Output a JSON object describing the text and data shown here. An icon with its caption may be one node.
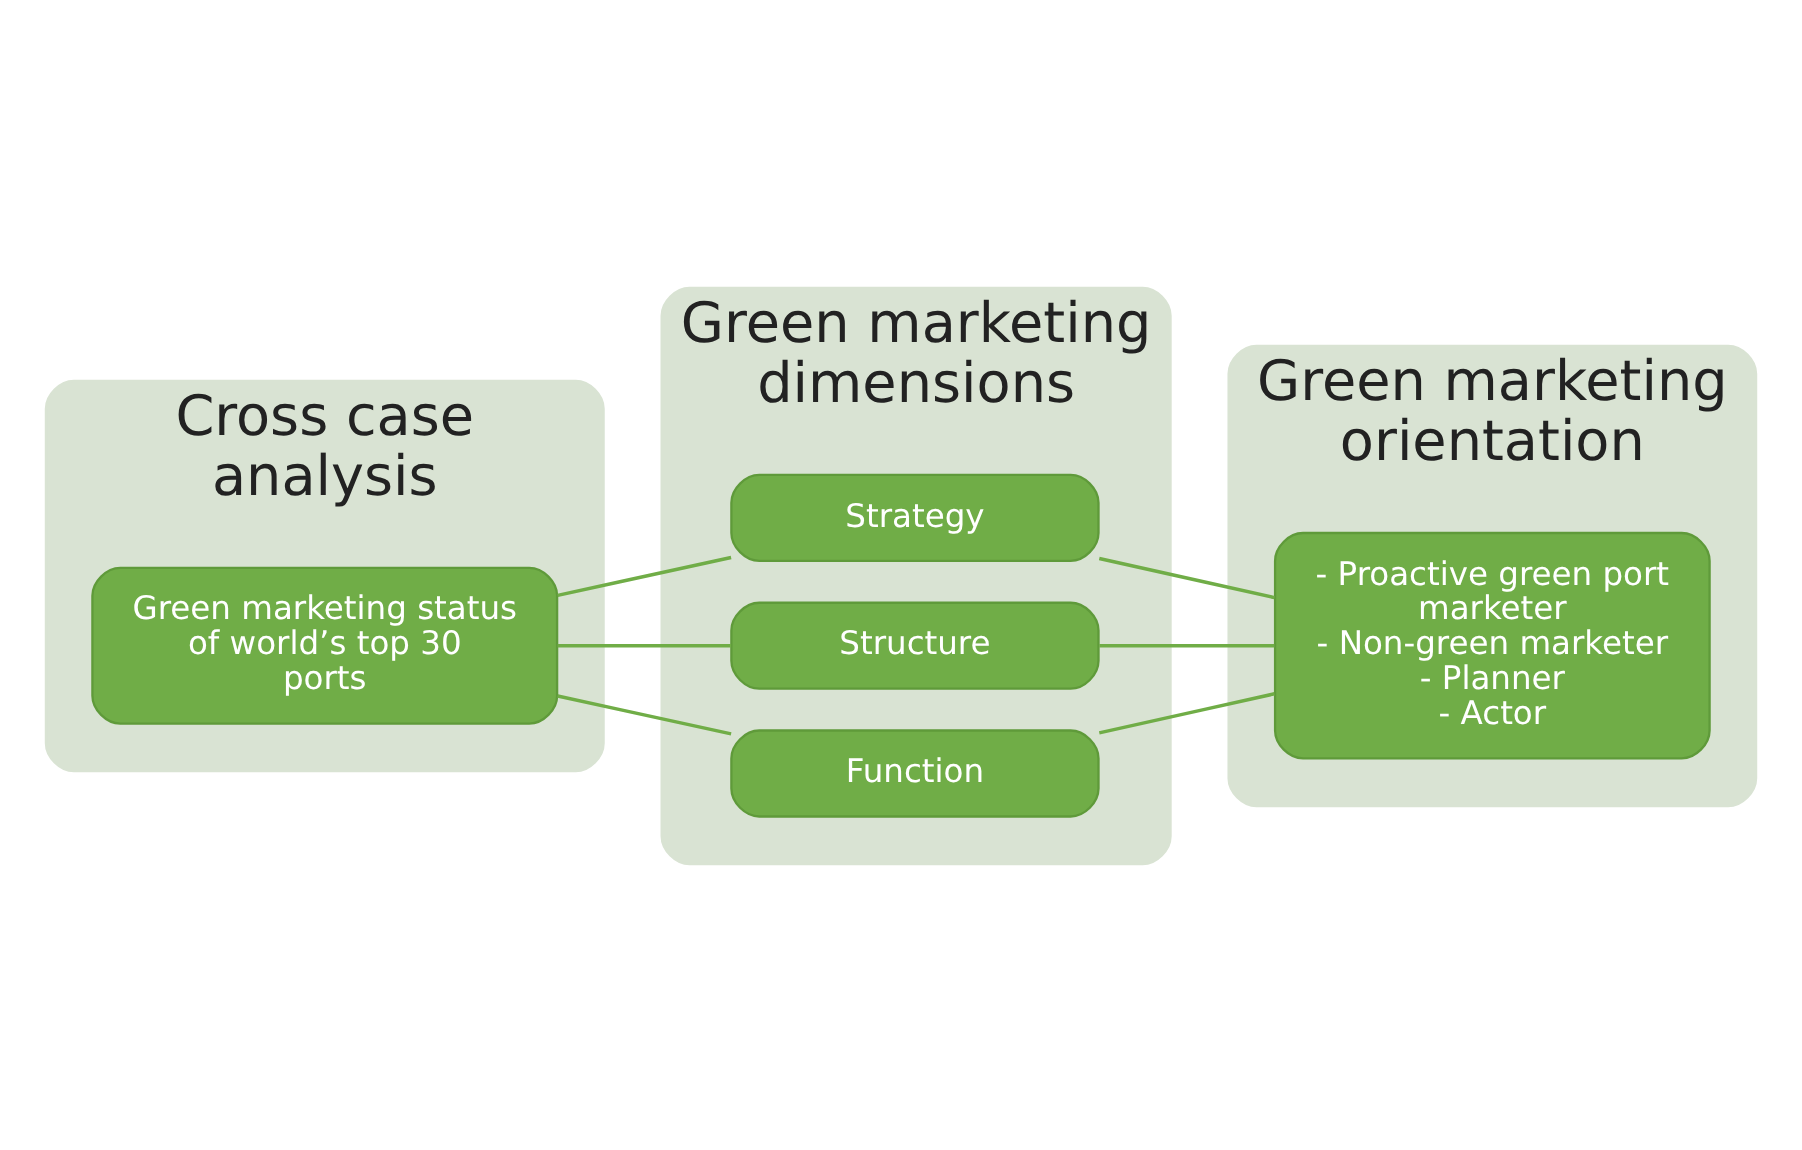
{
  "diagram": {
    "nodes": [
      {
        "text": [
          "Cross case analysis"
        ]
      },
      {
        "text": [
          "Green marketing status of world’s top 30 ports"
        ],
        "in": 0
      },
      {
        "text": [
          "Green marketing dimensions"
        ]
      },
      {
        "text": [
          "Strategy"
        ],
        "in": 2
      },
      {
        "text": [
          "Structure"
        ],
        "in": 2
      },
      {
        "text": [
          "Function"
        ],
        "in": 2
      },
      {
        "text": [
          "Green marketing orientation"
        ]
      },
      {
        "text": [
          "- Proactive green port marketer",
          "- Non-green marketer",
          "- Planner",
          "- Actor"
        ],
        "in": 6
      }
    ],
    "edges": [
      {
        "from": 1,
        "to": 3,
        "arrow": "none"
      },
      {
        "from": 1,
        "to": 4,
        "arrow": "none"
      },
      {
        "from": 1,
        "to": 5,
        "arrow": "none"
      },
      {
        "from": 3,
        "to": 7,
        "arrow": "none"
      },
      {
        "from": 4,
        "to": 7,
        "arrow": "none"
      },
      {
        "from": 5,
        "to": 7,
        "arrow": "none"
      }
    ]
  }
}
